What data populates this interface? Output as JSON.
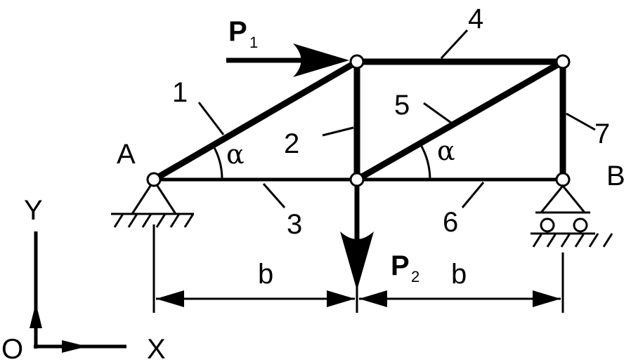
{
  "diagram": {
    "loads": {
      "p1": {
        "symbol": "P",
        "subscript": "1"
      },
      "p2": {
        "symbol": "P",
        "subscript": "2"
      }
    },
    "supports": {
      "a": "A",
      "b": "B"
    },
    "members": {
      "m1": "1",
      "m2": "2",
      "m3": "3",
      "m4": "4",
      "m5": "5",
      "m6": "6",
      "m7": "7"
    },
    "angles": {
      "left": "α",
      "right": "α"
    },
    "dimensions": {
      "left": "b",
      "right": "b"
    },
    "axes": {
      "origin": "O",
      "x": "X",
      "y": "Y"
    }
  }
}
